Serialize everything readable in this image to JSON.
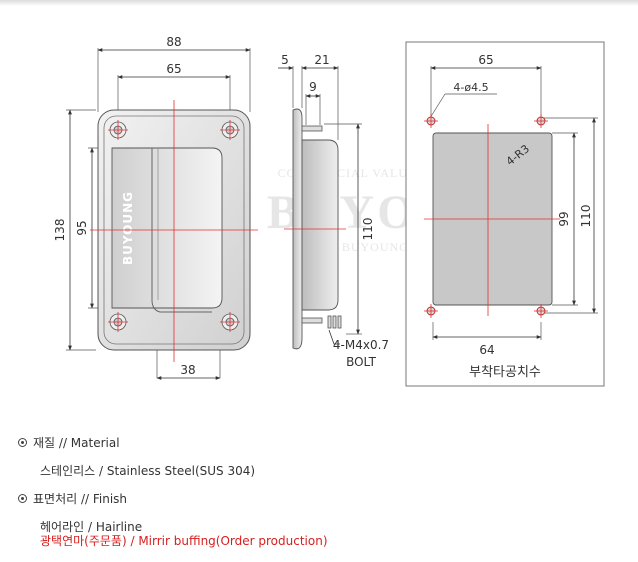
{
  "front_view": {
    "dim_width": "88",
    "dim_hole_spacing": "65",
    "dim_height": "138",
    "dim_recess_height": "95",
    "dim_grip": "38",
    "brand": "BUYOUNG"
  },
  "side_view": {
    "dim_flange": "5",
    "dim_depth": "21",
    "dim_inner": "9",
    "dim_height": "110",
    "bolt_spec": "4-M4x0.7",
    "bolt_label": "BOLT"
  },
  "cutout_view": {
    "dim_hole_spacing": "65",
    "dim_hole": "4-ø4.5",
    "dim_radius": "4-R3",
    "dim_cut_height": "99",
    "dim_total_height": "110",
    "dim_cut_width": "64",
    "title": "부착타공치수"
  },
  "watermark": {
    "line1": "COMMERCIAL VALUE OF CREATIVITY",
    "line2": "BUYOUNG",
    "line3": "BUYOUNG METAL"
  },
  "specs": {
    "material_heading": "재질 // Material",
    "material_value": "스테인리스 / Stainless Steel(SUS 304)",
    "finish_heading": "표면처리 // Finish",
    "finish_value_1": "헤어라인 / Hairline",
    "finish_value_2": "광택연마(주문품) / Mirrir buffing(Order production)"
  }
}
